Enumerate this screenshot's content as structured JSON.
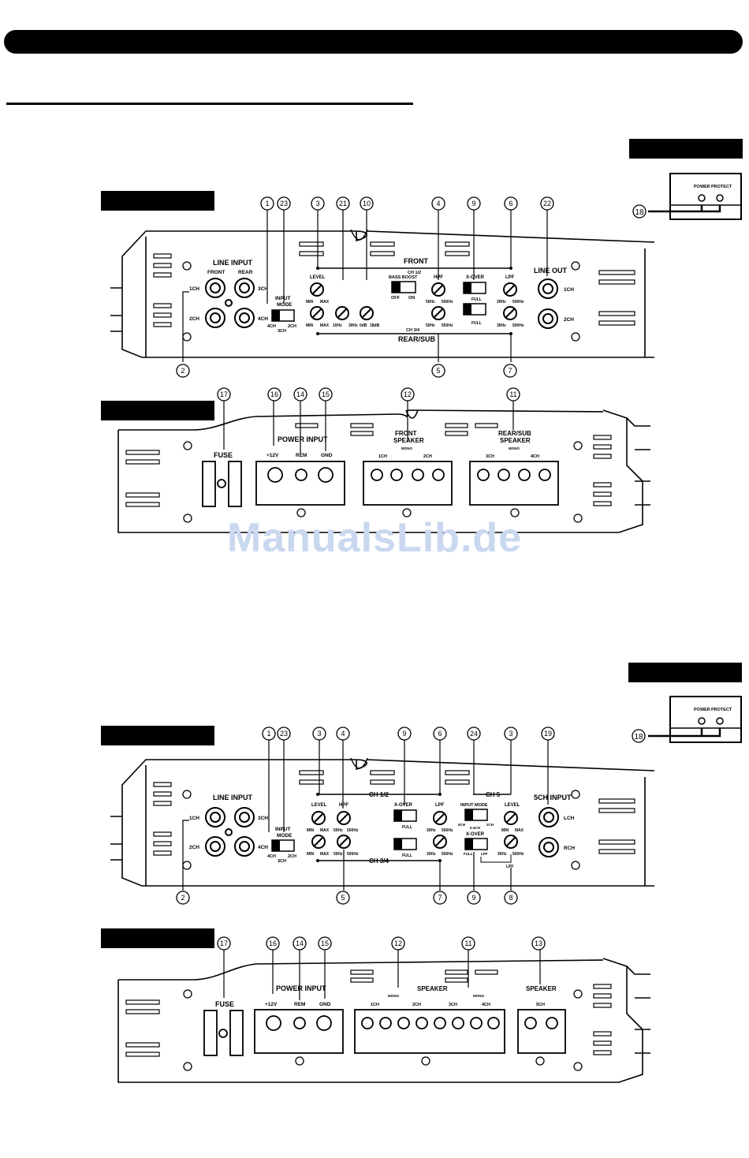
{
  "watermark": "ManualsLib.de",
  "indicator": {
    "power": "POWER",
    "protect": "PROTECT",
    "callout": "18"
  },
  "model_a": {
    "front_panel": {
      "callouts_top": [
        "1",
        "23",
        "3",
        "21",
        "10",
        "4",
        "9",
        "6",
        "22"
      ],
      "callouts_bottom": [
        "2",
        "5",
        "7"
      ],
      "line_input": "LINE INPUT",
      "front": "FRONT",
      "rear": "REAR",
      "ch1": "1CH",
      "ch2": "2CH",
      "ch3": "3CH",
      "ch4": "4CH",
      "input_mode": [
        "INPUT",
        "MODE"
      ],
      "mode_4ch": "4CH",
      "mode_2ch": "2CH",
      "mode_3ch": "3CH",
      "front_title": "FRONT",
      "ch12": "CH 1/2",
      "rear_title": "REAR/SUB",
      "ch34": "CH 3/4",
      "level": "LEVEL",
      "min": "MIN",
      "max": "MAX",
      "bass_boost": "BASS BOOST",
      "off": "OFF",
      "on": "ON",
      "hz10": "10Hz",
      "hz30": "30Hz",
      "db0": "0dB",
      "db18": "18dB",
      "hpf": "HPF",
      "lpf": "LPF",
      "xover": "X-OVER",
      "hz50": "50Hz",
      "hz500": "500Hz",
      "full": "FULL",
      "line_out": "LINE OUT"
    },
    "rear_panel": {
      "callouts": [
        "17",
        "16",
        "14",
        "15",
        "12",
        "11"
      ],
      "fuse": "FUSE",
      "power_input": "POWER INPUT",
      "v12": "+12V",
      "rem": "REM",
      "gnd": "GND",
      "front_speaker": [
        "FRONT",
        "SPEAKER"
      ],
      "rear_speaker": [
        "REAR/SUB",
        "SPEAKER"
      ],
      "mono": "MONO",
      "ch1": "1CH",
      "ch2": "2CH",
      "ch3": "3CH",
      "ch4": "4CH"
    }
  },
  "model_b": {
    "front_panel": {
      "callouts_top": [
        "1",
        "23",
        "3",
        "4",
        "9",
        "6",
        "24",
        "3",
        "19"
      ],
      "callouts_bottom": [
        "2",
        "5",
        "7",
        "9",
        "8"
      ],
      "line_input": "LINE INPUT",
      "ch1": "1CH",
      "ch2": "2CH",
      "ch3": "3CH",
      "ch4": "4CH",
      "input_mode": [
        "INPUT",
        "MODE"
      ],
      "mode_4ch": "4CH",
      "mode_2ch": "2CH",
      "mode_3ch": "3CH",
      "ch12": "CH 1/2",
      "ch34": "CH 3/4",
      "ch5": "CH 5",
      "level": "LEVEL",
      "min": "MIN",
      "max": "MAX",
      "hpf": "HPF",
      "lpf": "LPF",
      "xover": "X-OVER",
      "hz50": "50Hz",
      "hz500": "500Hz",
      "hz30": "30Hz",
      "full": "FULL",
      "input_mode_5": "INPUT MODE",
      "ch5s": "5CH",
      "ch5_4": "5-4CH",
      "ch5_2": "2CH",
      "ch5_input": "5CH INPUT",
      "lch": "LCH",
      "rch": "RCH"
    },
    "rear_panel": {
      "callouts": [
        "17",
        "16",
        "14",
        "15",
        "12",
        "11",
        "13"
      ],
      "fuse": "FUSE",
      "power_input": "POWER INPUT",
      "v12": "+12V",
      "rem": "REM",
      "gnd": "GND",
      "speaker": "SPEAKER",
      "mono": "MONO",
      "ch1": "1CH",
      "ch2": "2CH",
      "ch3": "3CH",
      "ch4": "4CH",
      "ch5": "5CH"
    }
  }
}
